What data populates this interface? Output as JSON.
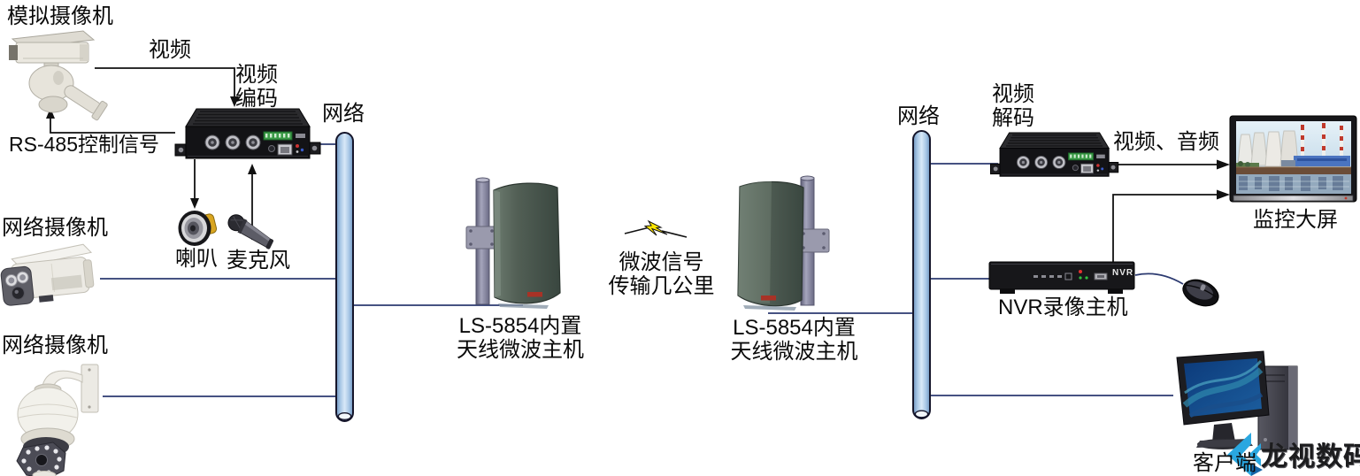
{
  "left_site": {
    "analog_camera_label": "模拟摄像机",
    "video_label": "视频",
    "encoder_label_line1": "视频",
    "encoder_label_line2": "编码",
    "rs485_label": "RS-485控制信号",
    "speaker_label": "喇叭",
    "microphone_label": "麦克风",
    "ip_camera1_label": "网络摄像机",
    "ip_camera2_label": "网络摄像机",
    "network_label": "网络"
  },
  "wireless_link": {
    "antenna_left_label_line1": "LS-5854内置",
    "antenna_left_label_line2": "天线微波主机",
    "signal_label_line1": "微波信号",
    "signal_label_line2": "传输几公里",
    "antenna_right_label_line1": "LS-5854内置",
    "antenna_right_label_line2": "天线微波主机"
  },
  "right_site": {
    "network_label": "网络",
    "decoder_label_line1": "视频",
    "decoder_label_line2": "解码",
    "video_audio_label": "视频、音频",
    "monitor_wall_label": "监控大屏",
    "nvr_label": "NVR录像主机",
    "nvr_badge": "NVR",
    "client_label": "客户端"
  },
  "watermark": {
    "logo_text": "龙视数码"
  },
  "colors": {
    "connection_line": "#2c3a70",
    "signal_line": "#111111",
    "network_bus_fill": "#9dc3e6",
    "antenna_panel": "#46544b",
    "lightning": "#ffe600",
    "logo_accent": "#2aa7e0"
  }
}
